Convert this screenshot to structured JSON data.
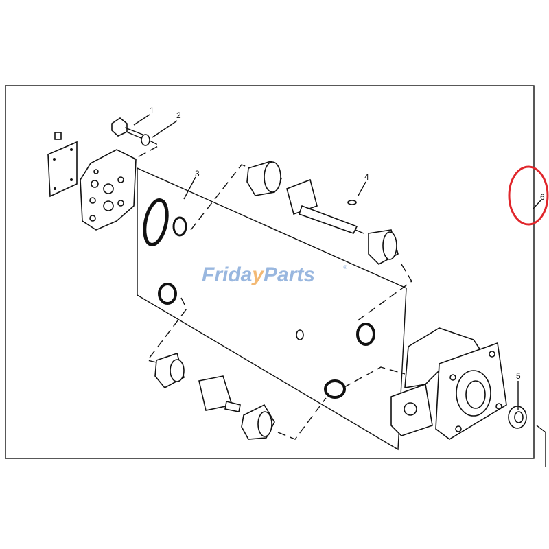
{
  "diagram": {
    "callouts": [
      "1",
      "2",
      "3",
      "4",
      "5",
      "6"
    ],
    "highlight_color": "#e0262b"
  },
  "watermark": {
    "text_left": "Frida",
    "text_mark": "y",
    "text_right": "Parts",
    "registered": "®",
    "color": "#8fb0dc",
    "accent": "#f2b266"
  }
}
